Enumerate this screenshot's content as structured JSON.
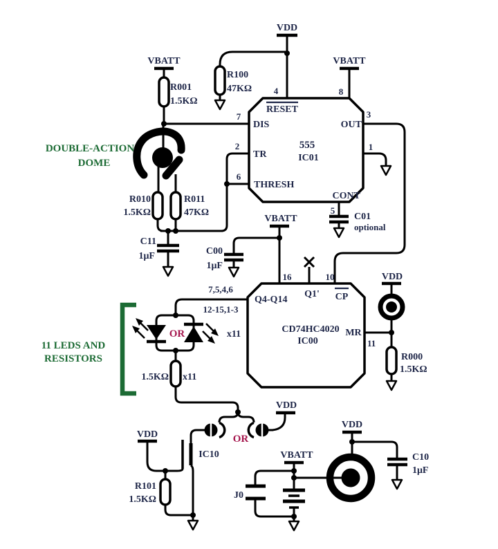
{
  "figure": {
    "type": "circuit-schematic",
    "colors": {
      "wire": "#000000",
      "text": "#1d2547",
      "annotation_green": "#1c6b34",
      "or_red": "#a5164d"
    },
    "power": {
      "vdd": "VDD",
      "vbatt": "VBATT"
    },
    "annotations": {
      "dome_line1": "DOUBLE-ACTION",
      "dome_line2": "DOME",
      "led_line1": "11 LEDS AND",
      "led_line2": "RESISTORS",
      "led_or": "OR",
      "led_mult": "x11",
      "res_mult": "x11",
      "tr_or": "OR"
    },
    "ic01": {
      "part": "555",
      "ref": "IC01",
      "reset": "RESET",
      "dis": "DIS",
      "tr": "TR",
      "thresh": "THRESH",
      "out": "OUT",
      "cont": "CONT",
      "pin4": "4",
      "pin8": "8",
      "pin7": "7",
      "pin2": "2",
      "pin6": "6",
      "pin3": "3",
      "pin1": "1",
      "pin5": "5"
    },
    "ic00": {
      "part": "CD74HC4020",
      "ref": "IC00",
      "q4q14": "Q4-Q14",
      "q1p": "Q1'",
      "cp": "CP",
      "mr": "MR",
      "pin16": "16",
      "pin10": "10",
      "pin11": "11",
      "bus_top": "7,5,4,6",
      "bus_bottom": "12-15,1-3"
    },
    "components": {
      "r001": {
        "name": "R001",
        "value": "1.5KΩ"
      },
      "r100": {
        "name": "R100",
        "value": "47KΩ"
      },
      "r010": {
        "name": "R010",
        "value": "1.5KΩ"
      },
      "r011": {
        "name": "R011",
        "value": "47KΩ"
      },
      "r000": {
        "name": "R000",
        "value": "1.5KΩ"
      },
      "r101": {
        "name": "R101",
        "value": "1.5KΩ"
      },
      "rled": {
        "value": "1.5KΩ"
      },
      "c11": {
        "name": "C11",
        "value": "1μF"
      },
      "c00": {
        "name": "C00",
        "value": "1μF"
      },
      "c01": {
        "name": "C01",
        "note": "optional"
      },
      "c10": {
        "name": "C10",
        "value": "1μF"
      },
      "j0": {
        "name": "J0"
      },
      "ic10": {
        "name": "IC10"
      }
    }
  }
}
